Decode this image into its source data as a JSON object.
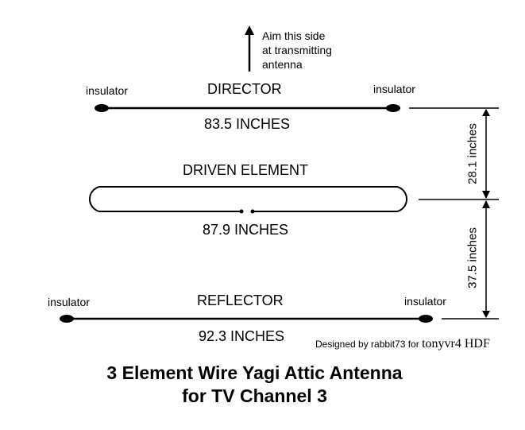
{
  "aim_note": [
    "Aim this side",
    "at transmitting",
    "antenna"
  ],
  "director": {
    "label": "DIRECTOR",
    "length": "83.5 INCHES",
    "insulator_left": "insulator",
    "insulator_right": "insulator"
  },
  "driven": {
    "label": "DRIVEN ELEMENT",
    "length": "87.9 INCHES"
  },
  "reflector": {
    "label": "REFLECTOR",
    "length": "92.3 INCHES",
    "insulator_left": "insulator",
    "insulator_right": "insulator"
  },
  "spacing": {
    "director_driven": "28.1 inches",
    "driven_reflector": "37.5 inches"
  },
  "credit": {
    "prefix": "Designed by rabbit73 for",
    "name": "tonyvr4 HDF"
  },
  "title": [
    "3 Element Wire Yagi Attic Antenna",
    "for TV Channel 3"
  ]
}
